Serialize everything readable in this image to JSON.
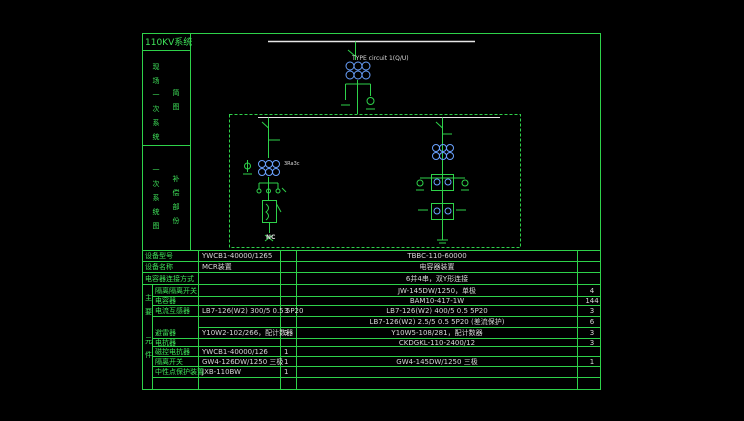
{
  "title": "110KV系统",
  "left_labels": {
    "scheme_a": [
      "现",
      "场",
      "一",
      "次",
      "系",
      "统"
    ],
    "scheme_a_sub": [
      "简",
      "图"
    ],
    "scheme_b": [
      "一",
      "次",
      "系",
      "统",
      "图"
    ],
    "scheme_b_sub": [
      "补",
      "偿",
      "部",
      "份"
    ]
  },
  "diagram": {
    "top_label": "TYPE circuit 1(Q/U)",
    "label_fuse": "3Ra3c",
    "label_nc": "NC"
  },
  "table": {
    "header_rows": [
      {
        "label": "设备型号",
        "left_value": "YWCB1-40000/1265",
        "right_value": "TBBC-110-60000"
      },
      {
        "label": "设备名称",
        "left_value": "MCR装置",
        "right_value": "电容器装置"
      },
      {
        "label": "电容器连接方式",
        "left_value": "",
        "right_value": "6并4串，双Y形连接"
      }
    ],
    "group_label": [
      "主",
      "要",
      "元",
      "件"
    ],
    "rows": [
      {
        "name": "隔离隔离开关",
        "left_spec": "",
        "left_qty": "",
        "right_spec": "JW-145DW/1250，单极",
        "right_qty": "4"
      },
      {
        "name": "电容器",
        "left_spec": "",
        "left_qty": "",
        "right_spec": "BAM10-417-1W",
        "right_qty": "144"
      },
      {
        "name": "电流互感器",
        "left_spec": "LB7-126(W2) 300/5 0.5 5P20",
        "left_qty": "3",
        "right_spec": "LB7-126(W2) 400/5 0.5 5P20",
        "right_qty": "3"
      },
      {
        "name": "",
        "left_spec": "",
        "left_qty": "",
        "right_spec": "LB7-126(W2) 2.5/5 0.5 5P20 (差流保护)",
        "right_qty": "6"
      },
      {
        "name": "避雷器",
        "left_spec": "Y10W2-102/266，配计数器",
        "left_qty": "3",
        "right_spec": "Y10W5-108/281，配计数器",
        "right_qty": "3"
      },
      {
        "name": "电抗器",
        "left_spec": "",
        "left_qty": "",
        "right_spec": "CKDGKL-110-2400/12",
        "right_qty": "3"
      },
      {
        "name": "磁控电抗器",
        "left_spec": "YWCB1-40000/126",
        "left_qty": "1",
        "right_spec": "",
        "right_qty": ""
      },
      {
        "name": "隔离开关",
        "left_spec": "GW4-126DW/1250 三极",
        "left_qty": "1",
        "right_spec": "GW4-145DW/1250 三极",
        "right_qty": "1"
      },
      {
        "name": "中性点保护装置",
        "left_spec": "JXB-110BW",
        "left_qty": "1",
        "right_spec": "",
        "right_qty": ""
      }
    ]
  }
}
